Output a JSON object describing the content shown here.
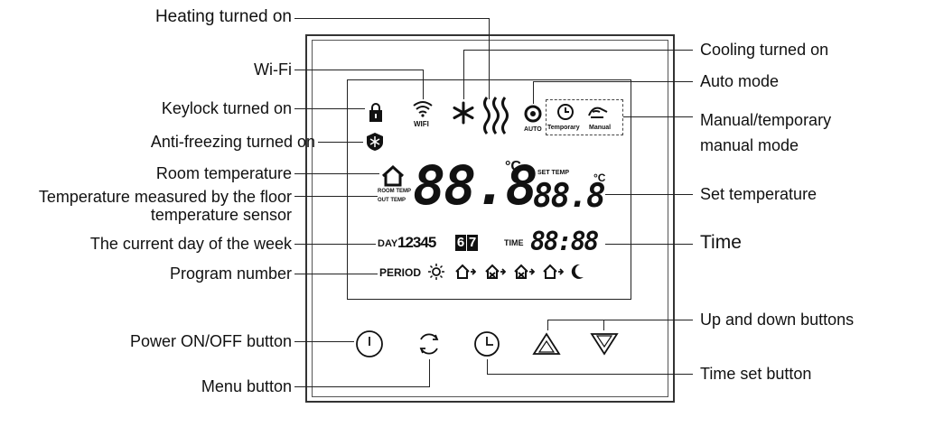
{
  "labels": {
    "heating": "Heating turned on",
    "wifi": "Wi-Fi",
    "keylock": "Keylock turned on",
    "antifreeze": "Anti-freezing turned on",
    "room_temp": "Room temperature",
    "floor_temp": "Temperature measured by the floor temperature sensor",
    "day_of_week": "The current day of the week",
    "program_number": "Program number",
    "power_button": "Power ON/OFF button",
    "menu_button": "Menu button",
    "cooling": "Cooling turned on",
    "auto_mode": "Auto mode",
    "manual_mode": "Manual/temporary manual mode",
    "set_temp": "Set temperature",
    "time": "Time",
    "up_down": "Up and down buttons",
    "time_set": "Time set button"
  },
  "lcd": {
    "wifi_text": "WIFI",
    "auto_text": "AUTO",
    "temporary_text": "Temporary",
    "manual_text": "Manual",
    "room_temp_text": "ROOM TEMP",
    "out_temp_text": "OUT TEMP",
    "main_temp": "88.8",
    "celsius": "°C",
    "set_temp_label": "SET TEMP",
    "set_temp_value": "88.8",
    "day_label": "DAY",
    "days_normal": "12345",
    "days_highlight": [
      "6",
      "7"
    ],
    "time_label": "TIME",
    "time_value": "88:88",
    "period_label": "PERIOD"
  },
  "icons": {
    "keylock": "lock-icon",
    "wifi": "wifi-icon",
    "snowflake": "snowflake-icon",
    "heat": "heat-waves-icon",
    "auto": "auto-mode-icon",
    "clock": "clock-icon",
    "hand": "hand-icon",
    "antifreeze": "antifreeze-icon",
    "house": "house-icon",
    "sun": "sun-icon",
    "moon": "moon-icon"
  },
  "colors": {
    "ink": "#111111",
    "background": "#ffffff"
  }
}
